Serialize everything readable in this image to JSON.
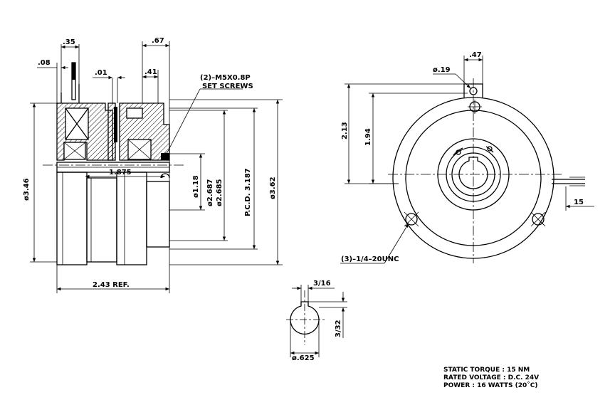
{
  "side_view": {
    "dims": {
      "d_35": ".35",
      "d_08": ".08",
      "d_01": ".01",
      "d_41": ".41",
      "d_67": ".67",
      "screws": "(2)–M5X0.8P",
      "set_screws": "SET SCREWS",
      "d_346": "ø3.46",
      "d_1875": "1.875",
      "d_118": "ø1.18",
      "d_2687": "ø2.687",
      "d_2685": "ø2.685",
      "pcd": "P.C.D. 3.187",
      "d_362": "ø3.62",
      "d_243": "2.43 REF."
    }
  },
  "front_view": {
    "dims": {
      "d_47": ".47",
      "d_19": "ø.19",
      "d_213": "2.13",
      "d_194": "1.94",
      "d_15": "15",
      "tapped": "(3)–1/4–20UNC"
    }
  },
  "shaft_view": {
    "dims": {
      "d_316": "3/16",
      "d_332": "3/32",
      "d_625": "ø.625"
    }
  },
  "specs": {
    "line1": "STATIC TORQUE : 15 NM",
    "line2": "RATED VOLTAGE : D.C. 24V",
    "line3": "POWER : 16 WATTS (20˚C)"
  }
}
